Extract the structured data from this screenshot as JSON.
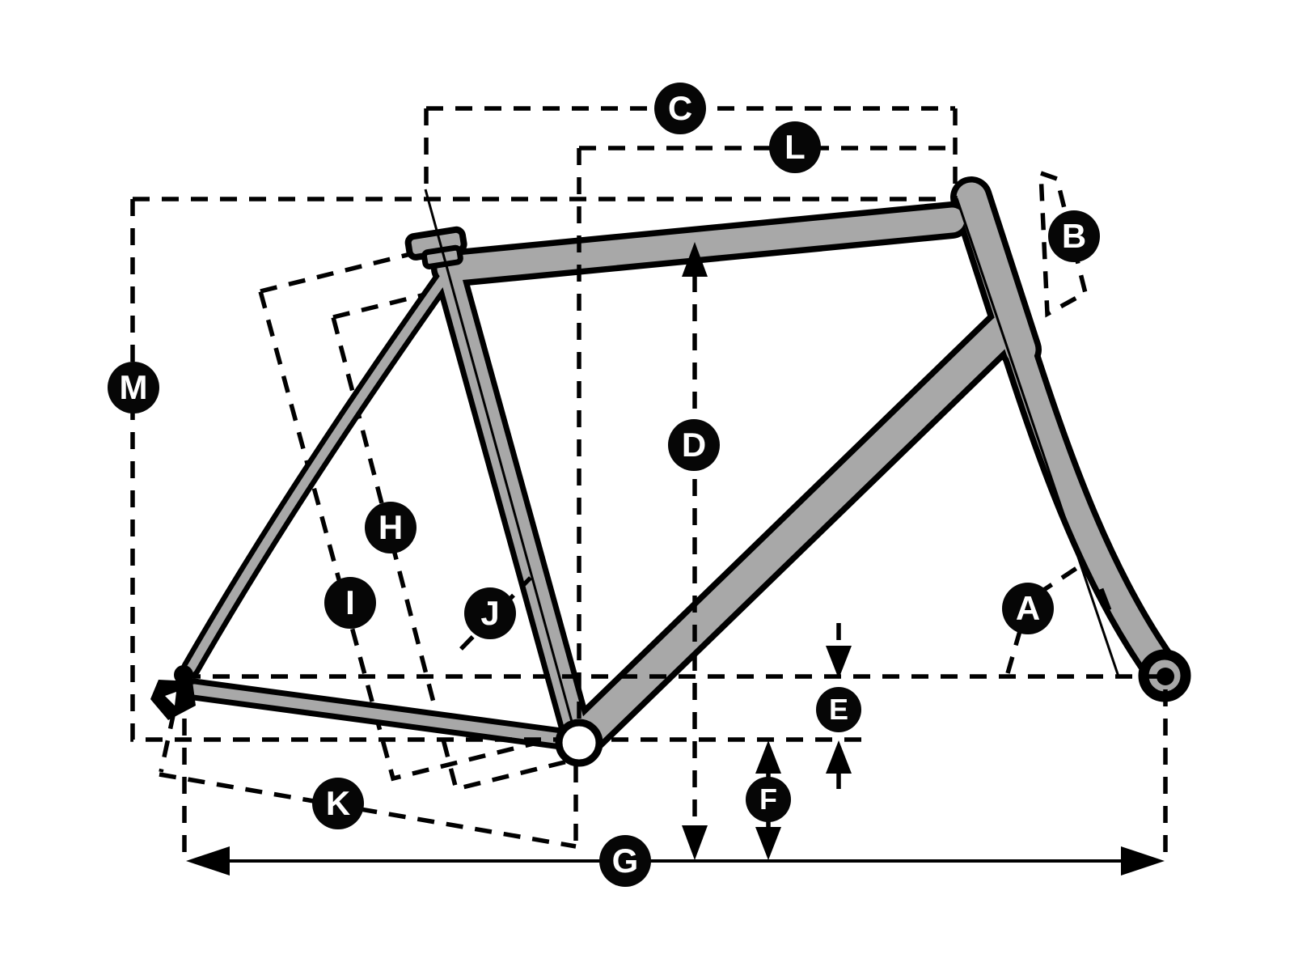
{
  "diagram": {
    "labels": [
      {
        "letter": "A"
      },
      {
        "letter": "B"
      },
      {
        "letter": "C"
      },
      {
        "letter": "D"
      },
      {
        "letter": "E"
      },
      {
        "letter": "F"
      },
      {
        "letter": "G"
      },
      {
        "letter": "H"
      },
      {
        "letter": "I"
      },
      {
        "letter": "J"
      },
      {
        "letter": "K"
      },
      {
        "letter": "L"
      },
      {
        "letter": "M"
      }
    ],
    "colors": {
      "background": "#ffffff",
      "frame_fill": "#a8a8a8",
      "outline": "#000000",
      "label_background": "#060606",
      "label_text": "#ffffff"
    }
  }
}
